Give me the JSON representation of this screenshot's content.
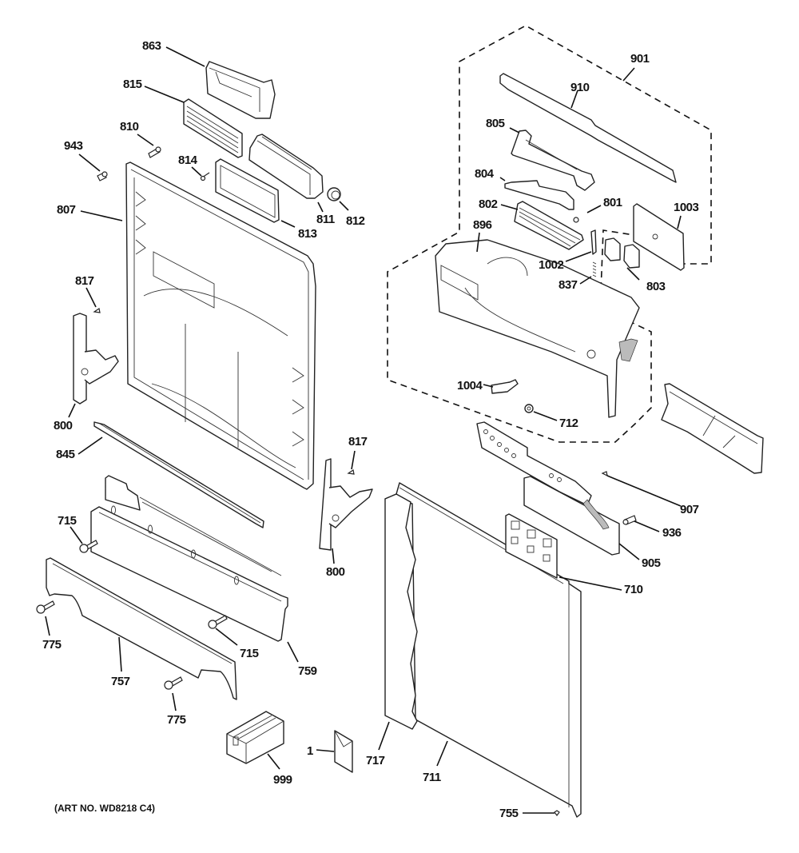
{
  "diagram": {
    "art_number": "(ART NO. WD8218 C4)",
    "callouts": [
      {
        "id": "863",
        "label": "863"
      },
      {
        "id": "815",
        "label": "815"
      },
      {
        "id": "810",
        "label": "810"
      },
      {
        "id": "943",
        "label": "943"
      },
      {
        "id": "814",
        "label": "814"
      },
      {
        "id": "807",
        "label": "807"
      },
      {
        "id": "811",
        "label": "811"
      },
      {
        "id": "812",
        "label": "812"
      },
      {
        "id": "813",
        "label": "813"
      },
      {
        "id": "817a",
        "label": "817"
      },
      {
        "id": "800a",
        "label": "800"
      },
      {
        "id": "845",
        "label": "845"
      },
      {
        "id": "817b",
        "label": "817"
      },
      {
        "id": "800b",
        "label": "800"
      },
      {
        "id": "715a",
        "label": "715"
      },
      {
        "id": "715b",
        "label": "715"
      },
      {
        "id": "759",
        "label": "759"
      },
      {
        "id": "775a",
        "label": "775"
      },
      {
        "id": "757",
        "label": "757"
      },
      {
        "id": "775b",
        "label": "775"
      },
      {
        "id": "999",
        "label": "999"
      },
      {
        "id": "1",
        "label": "1"
      },
      {
        "id": "717",
        "label": "717"
      },
      {
        "id": "711",
        "label": "711"
      },
      {
        "id": "755",
        "label": "755"
      },
      {
        "id": "901",
        "label": "901"
      },
      {
        "id": "910",
        "label": "910"
      },
      {
        "id": "805",
        "label": "805"
      },
      {
        "id": "804",
        "label": "804"
      },
      {
        "id": "802",
        "label": "802"
      },
      {
        "id": "801",
        "label": "801"
      },
      {
        "id": "1003",
        "label": "1003"
      },
      {
        "id": "896",
        "label": "896"
      },
      {
        "id": "1002",
        "label": "1002"
      },
      {
        "id": "837",
        "label": "837"
      },
      {
        "id": "803",
        "label": "803"
      },
      {
        "id": "1004",
        "label": "1004"
      },
      {
        "id": "712",
        "label": "712"
      },
      {
        "id": "907",
        "label": "907"
      },
      {
        "id": "936",
        "label": "936"
      },
      {
        "id": "905",
        "label": "905"
      },
      {
        "id": "710",
        "label": "710"
      }
    ]
  }
}
